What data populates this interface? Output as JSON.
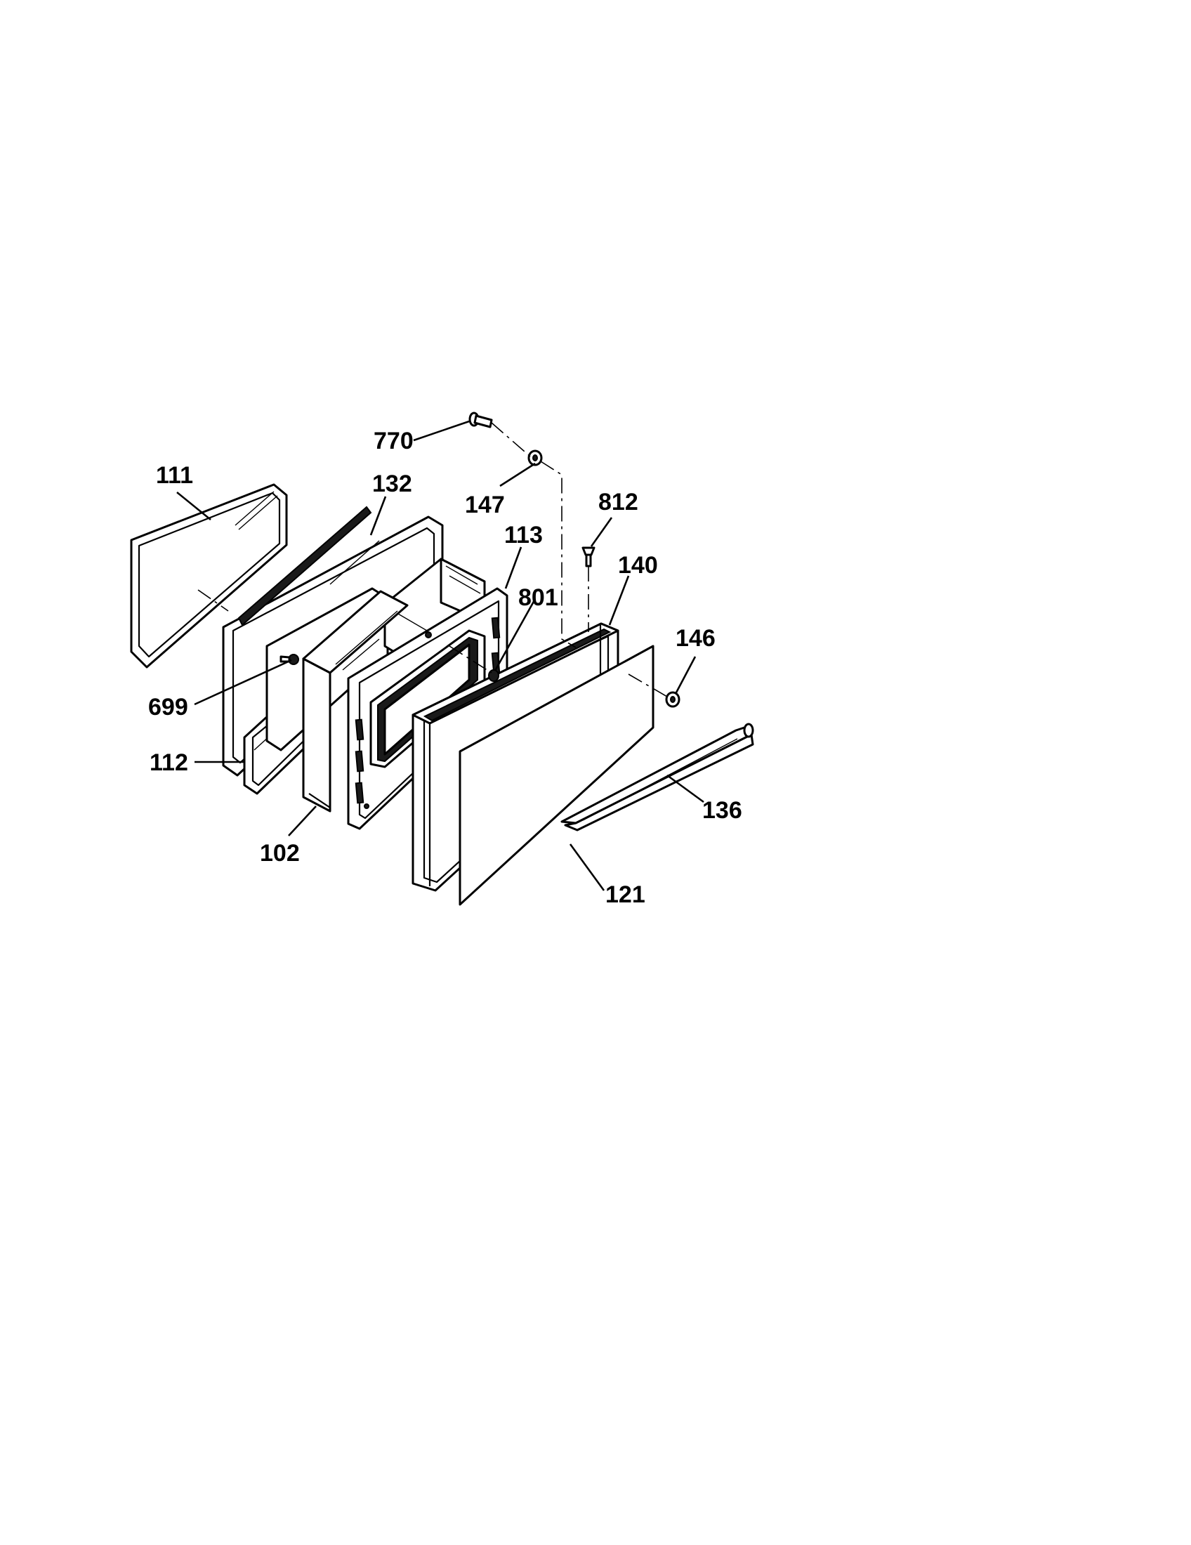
{
  "diagram": {
    "part_labels": {
      "p770": "770",
      "p147": "147",
      "p111": "111",
      "p132": "132",
      "p812": "812",
      "p113": "113",
      "p140": "140",
      "p801": "801",
      "p146": "146",
      "p699": "699",
      "p112": "112",
      "p136": "136",
      "p102": "102",
      "p121": "121"
    }
  }
}
